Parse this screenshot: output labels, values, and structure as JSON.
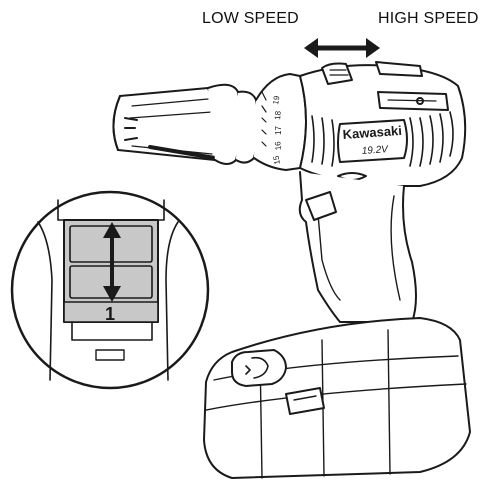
{
  "labels": {
    "low_speed": "LOW SPEED",
    "high_speed": "HIGH SPEED"
  },
  "drill": {
    "brand": "Kawasaki",
    "voltage": "19.2V",
    "clutch_scale": [
      "19",
      "18",
      "17",
      "16",
      "15"
    ]
  },
  "inset": {
    "gear_position": "1"
  },
  "colors": {
    "line": "#1a1a1a",
    "switch_fill": "#c8c8c8",
    "background": "#ffffff"
  }
}
